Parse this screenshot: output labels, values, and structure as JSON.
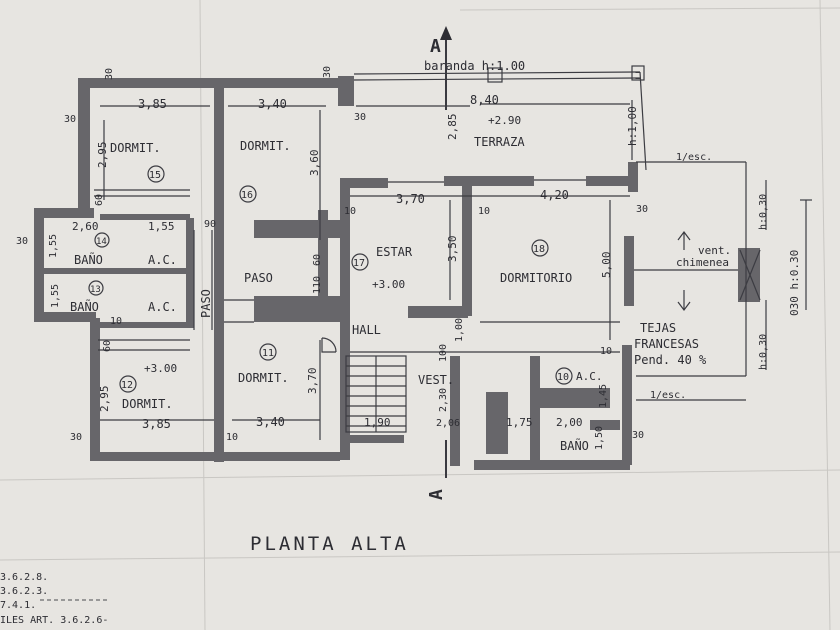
{
  "plan": {
    "title": "PLANTA ALTA",
    "section_marker": "A",
    "section_marker_bottom": "A",
    "baranda": "baranda h:1.00",
    "rooms": {
      "dormit_15": "DORMIT.",
      "num_15": "15",
      "dormit_16": "DORMIT.",
      "num_16": "16",
      "terraza": "TERRAZA",
      "terraza_level": "+2.90",
      "estar": "ESTAR",
      "num_17": "17",
      "estar_level": "+3.00",
      "dormitorio_18": "DORMITORIO",
      "num_18": "18",
      "bano_14": "BAÑO",
      "num_14": "14",
      "ac_14": "A.C.",
      "bano_13": "BAÑO",
      "num_13": "13",
      "ac_13": "A.C.",
      "paso_v": "PASO",
      "paso_h": "PASO",
      "hall": "HALL",
      "dormit_12": "DORMIT.",
      "num_12": "12",
      "level_12": "+3.00",
      "dormit_11": "DORMIT.",
      "num_11": "11",
      "vest": "VEST.",
      "num_10": "10",
      "ac_10": "A.C.",
      "bano_10": "BAÑO"
    },
    "dims": {
      "d385_top": "3,85",
      "d340_top": "3,40",
      "d840": "8,40",
      "d295_left": "2,95",
      "d360": "3,60",
      "d285": "2,85",
      "d100_right": "h:1,00",
      "d370_h": "3,70",
      "d420": "4,20",
      "d350": "3,50",
      "d500": "5,00",
      "d260": "2,60",
      "d155_a": "1,55",
      "d155_b": "1,55",
      "d155_c": "1,55",
      "d90": "90",
      "d60_a": "60",
      "d60_b": "60",
      "d110": "110",
      "d60_c": "60",
      "d295_b": "2,95",
      "d385_bot": "3,85",
      "d340_bot": "3,40",
      "d370_v": "3,70",
      "d190": "1,90",
      "d206": "2,06",
      "d230": "2,30",
      "d175": "1,75",
      "d200": "2,00",
      "d145": "1,45",
      "d150": "1,50",
      "d100_a": "100",
      "d100_b": "1,00",
      "d30": "30",
      "d10": "10"
    },
    "roof": {
      "tejas": "TEJAS",
      "francesas": "FRANCESAS",
      "pend": "Pend. 40 %",
      "vent1": "vent.",
      "vent2": "chimenea",
      "h030_a": "h:0,30",
      "h030_b": "h:0,30",
      "h030_side": "030 h:0.30",
      "esc_top": "1/esc.",
      "esc_bot": "1/esc."
    },
    "side_notes": [
      "3.6.2.8.",
      "3.6.2.3.",
      "7.4.1.",
      "ILES ART. 3.6.2.6-"
    ]
  }
}
